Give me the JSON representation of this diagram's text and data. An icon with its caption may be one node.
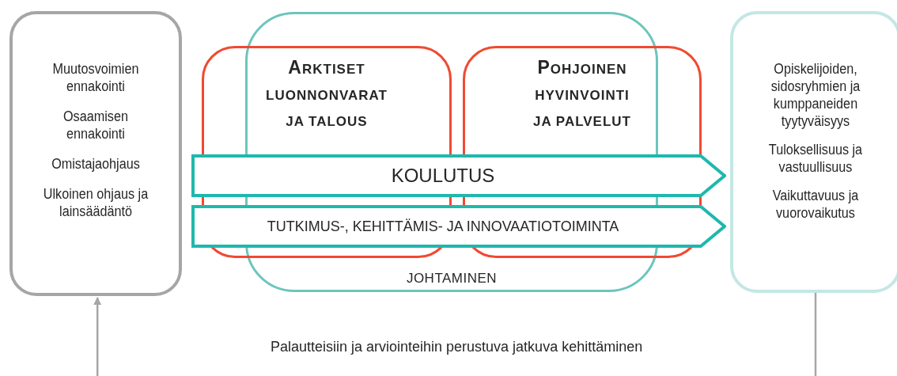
{
  "diagram": {
    "nodes": [
      {
        "text": [
          "Muutosvoimien ennakointi",
          "Osaamisen ennakointi",
          "Omistajaohjaus",
          "Ulkoinen ohjaus ja lainsäädäntö"
        ]
      },
      {
        "text": [
          "JOHTAMINEN"
        ]
      },
      {
        "text": [
          "ARKTISET LUONNONVARAT JA TALOUS"
        ]
      },
      {
        "text": [
          "POHJOINEN HYVINVOINTI JA PALVELUT"
        ]
      },
      {
        "text": [
          "KOULUTUS"
        ]
      },
      {
        "text": [
          "TUTKIMUS-, KEHITTÄMIS- JA INNOVAATIOTOIMINTA"
        ]
      },
      {
        "text": [
          "Opiskelijoiden, sidosryhmien ja kumppaneiden tyytyväisyys",
          "Tuloksellisuus ja vastuullisuus",
          "Vaikuttavuus ja vuorovaikutus"
        ]
      }
    ],
    "edges": [
      {
        "from": 6,
        "to": 0,
        "arrow": "to",
        "label": "Palautteisiin ja arviointeihin perustuva jatkuva kehittäminen"
      }
    ]
  }
}
